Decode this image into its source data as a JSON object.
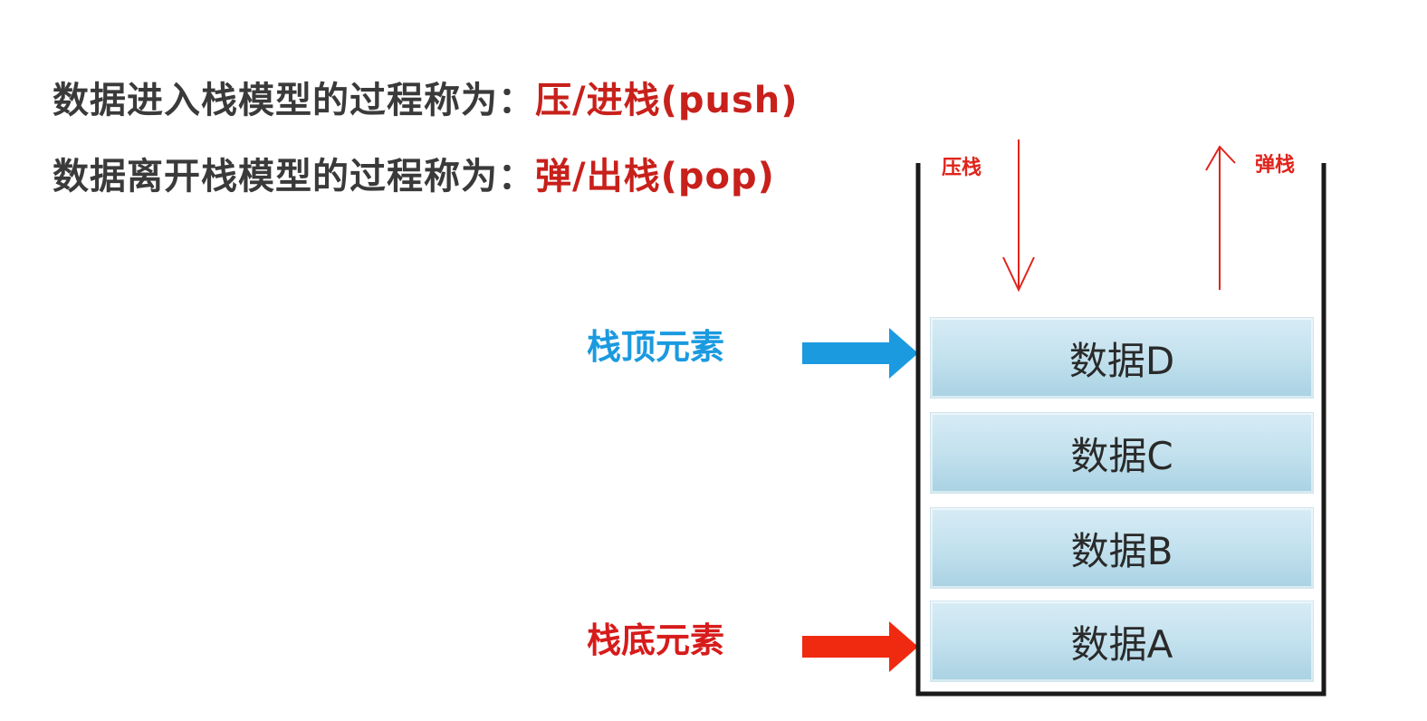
{
  "definitions": {
    "push_text": "数据进入栈模型的过程称为：",
    "push_term": "压/进栈(push)",
    "pop_text": "数据离开栈模型的过程称为：",
    "pop_term": "弹/出栈(pop)"
  },
  "labels": {
    "top_element": "栈顶元素",
    "bottom_element": "栈底元素",
    "push_op": "压栈",
    "pop_op": "弹栈"
  },
  "stack": {
    "items": [
      "数据D",
      "数据C",
      "数据B",
      "数据A"
    ]
  },
  "colors": {
    "highlight_red": "#c8201b",
    "top_blue": "#1b9ae0",
    "bottom_red": "#d71b1b",
    "op_red": "#e0241c"
  },
  "icons": {
    "top_pointer": "arrow-right-icon",
    "bottom_pointer": "arrow-right-icon",
    "push_arrow": "arrow-down-icon",
    "pop_arrow": "arrow-up-icon"
  }
}
